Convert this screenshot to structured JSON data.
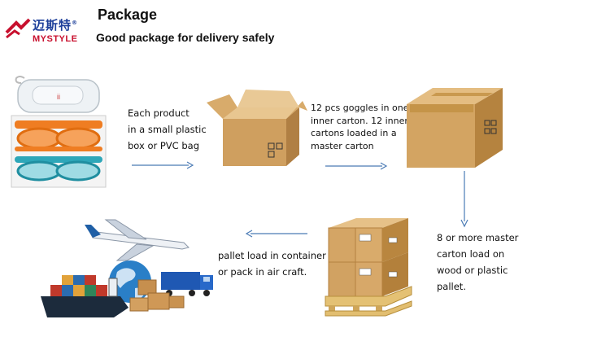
{
  "header": {
    "logo_cn": "迈斯特",
    "logo_en": "MYSTYLE",
    "title": "Package",
    "subtitle": "Good package for delivery safely"
  },
  "steps": [
    {
      "lines": [
        "Each product",
        "in a small plastic",
        "box or PVC bag"
      ]
    },
    {
      "lines": [
        "12 pcs goggles in one",
        "inner carton. 12 inner",
        "cartons loaded in a",
        "master carton"
      ]
    },
    {
      "lines": [
        "8 or more master",
        "carton load on",
        "wood or plastic",
        "pallet."
      ]
    },
    {
      "lines": [
        "pallet load in container",
        "or  pack in air craft."
      ]
    }
  ],
  "colors": {
    "arrow": "#4a7ab5",
    "carton": "#c99a5b",
    "carton_dark": "#a9773c",
    "logo_blue": "#1d3f9a",
    "logo_red": "#c8102e"
  }
}
